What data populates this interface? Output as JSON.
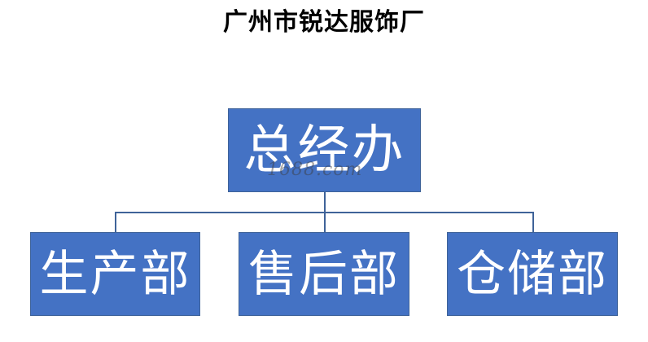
{
  "title": "广州市锐达服饰厂",
  "colors": {
    "box_fill": "#4472c4",
    "box_text": "#ffffff",
    "connector": "#3f6399"
  },
  "org_chart": {
    "root": {
      "label": "总经办"
    },
    "children": [
      {
        "label": "生产部"
      },
      {
        "label": "售后部"
      },
      {
        "label": "仓储部"
      }
    ]
  },
  "watermark": "1688.com"
}
